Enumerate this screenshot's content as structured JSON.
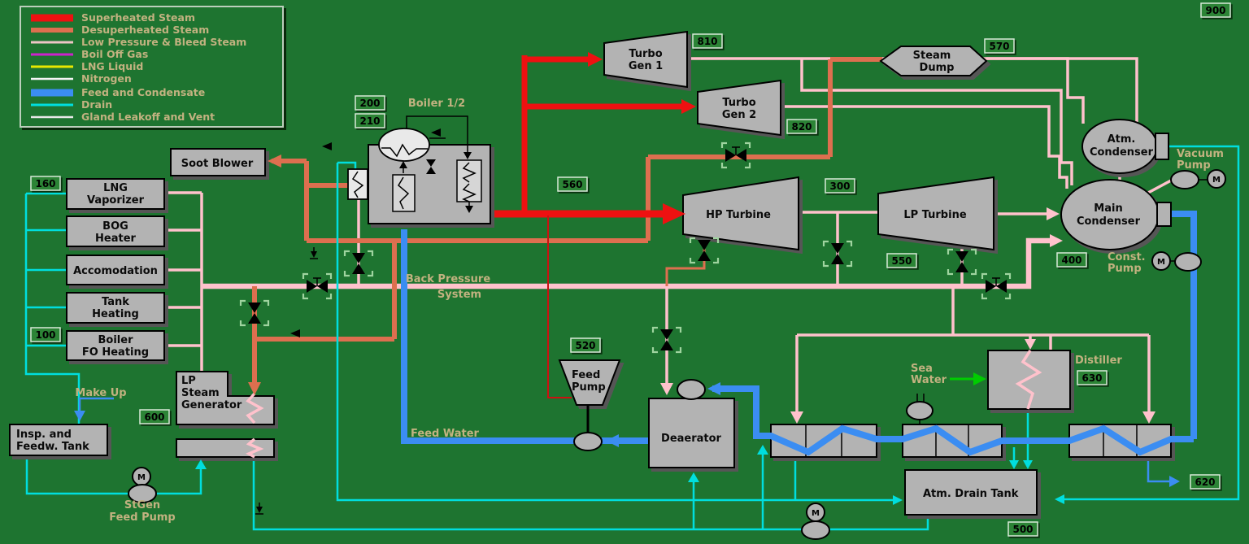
{
  "colors": {
    "background": "#1e7430",
    "superheated": "#ee1111",
    "desuperheated": "#dd6f4f",
    "low_pressure": "#ffc2cc",
    "boil_off_gas": "#cc22cc",
    "lng_liquid": "#e8e800",
    "nitrogen": "#f5f5f5",
    "feed_condensate": "#3b8df2",
    "drain": "#00dede",
    "gland": "#e8e8e8",
    "sea_water_arrow": "#00cc00",
    "component_gray": "#b3b3b3",
    "label_tan": "#c2b280",
    "badge_green": "#2c8436"
  },
  "legend": {
    "items": [
      {
        "label": "Superheated Steam",
        "color": "#ee1111"
      },
      {
        "label": "Desuperheated Steam",
        "color": "#dd6f4f"
      },
      {
        "label": "Low Pressure & Bleed Steam",
        "color": "#eec6c6"
      },
      {
        "label": "Boil Off Gas",
        "color": "#cc22cc"
      },
      {
        "label": "LNG Liquid",
        "color": "#e8e800"
      },
      {
        "label": "Nitrogen",
        "color": "#f5f5f5"
      },
      {
        "label": "Feed and Condensate",
        "color": "#3b8df2"
      },
      {
        "label": "Drain",
        "color": "#00dede"
      },
      {
        "label": "Gland Leakoff and Vent",
        "color": "#e8e8e8"
      }
    ]
  },
  "badges": {
    "overview": "900",
    "turbo_gen_1": "810",
    "turbo_gen_2": "820",
    "steam_dump": "570",
    "boiler_a": "200",
    "boiler_b": "210",
    "main_steam": "560",
    "turbine_sys": "300",
    "bleed_sys": "550",
    "condenser_sys": "400",
    "lng_sys": "160",
    "fo_sys": "100",
    "feed_pump_sys": "520",
    "lp_stgen_sys": "600",
    "distiller_sys": "630",
    "drain_out": "620",
    "drain_tank_sys": "500"
  },
  "equipment": {
    "turbo_gen_1": [
      "Turbo",
      "Gen 1"
    ],
    "turbo_gen_2": [
      "Turbo",
      "Gen 2"
    ],
    "steam_dump": [
      "Steam",
      "Dump"
    ],
    "atm_condenser": [
      "Atm.",
      "Condenser"
    ],
    "main_condenser": [
      "Main",
      "Condenser"
    ],
    "hp_turbine": "HP Turbine",
    "lp_turbine": "LP Turbine",
    "boiler": "Boiler 1/2",
    "soot_blower": "Soot Blower",
    "lng_vaporizer": [
      "LNG",
      "Vaporizer"
    ],
    "bog_heater": [
      "BOG",
      "Heater"
    ],
    "accommodation": "Accomodation",
    "tank_heating": [
      "Tank",
      "Heating"
    ],
    "boiler_fo_heating": [
      "Boiler",
      "FO Heating"
    ],
    "insp_feedw_tank": [
      "Insp. and",
      "Feedw. Tank"
    ],
    "lp_steam_generator": [
      "LP",
      "Steam",
      "Generator"
    ],
    "feed_pump": [
      "Feed",
      "Pump"
    ],
    "deaerator": "Deaerator",
    "distiller": "Distiller",
    "atm_drain_tank": "Atm. Drain Tank"
  },
  "annotations": {
    "make_up": "Make Up",
    "stgen_feed_pump": [
      "StGen",
      "Feed Pump"
    ],
    "feed_water": "Feed Water",
    "back_pressure": [
      "Back Pressure",
      "System"
    ],
    "sea_water": [
      "Sea",
      "Water"
    ],
    "vacuum_pump": [
      "Vacuum",
      "Pump"
    ],
    "const_pump": [
      "Const.",
      "Pump"
    ],
    "motor": "M"
  }
}
